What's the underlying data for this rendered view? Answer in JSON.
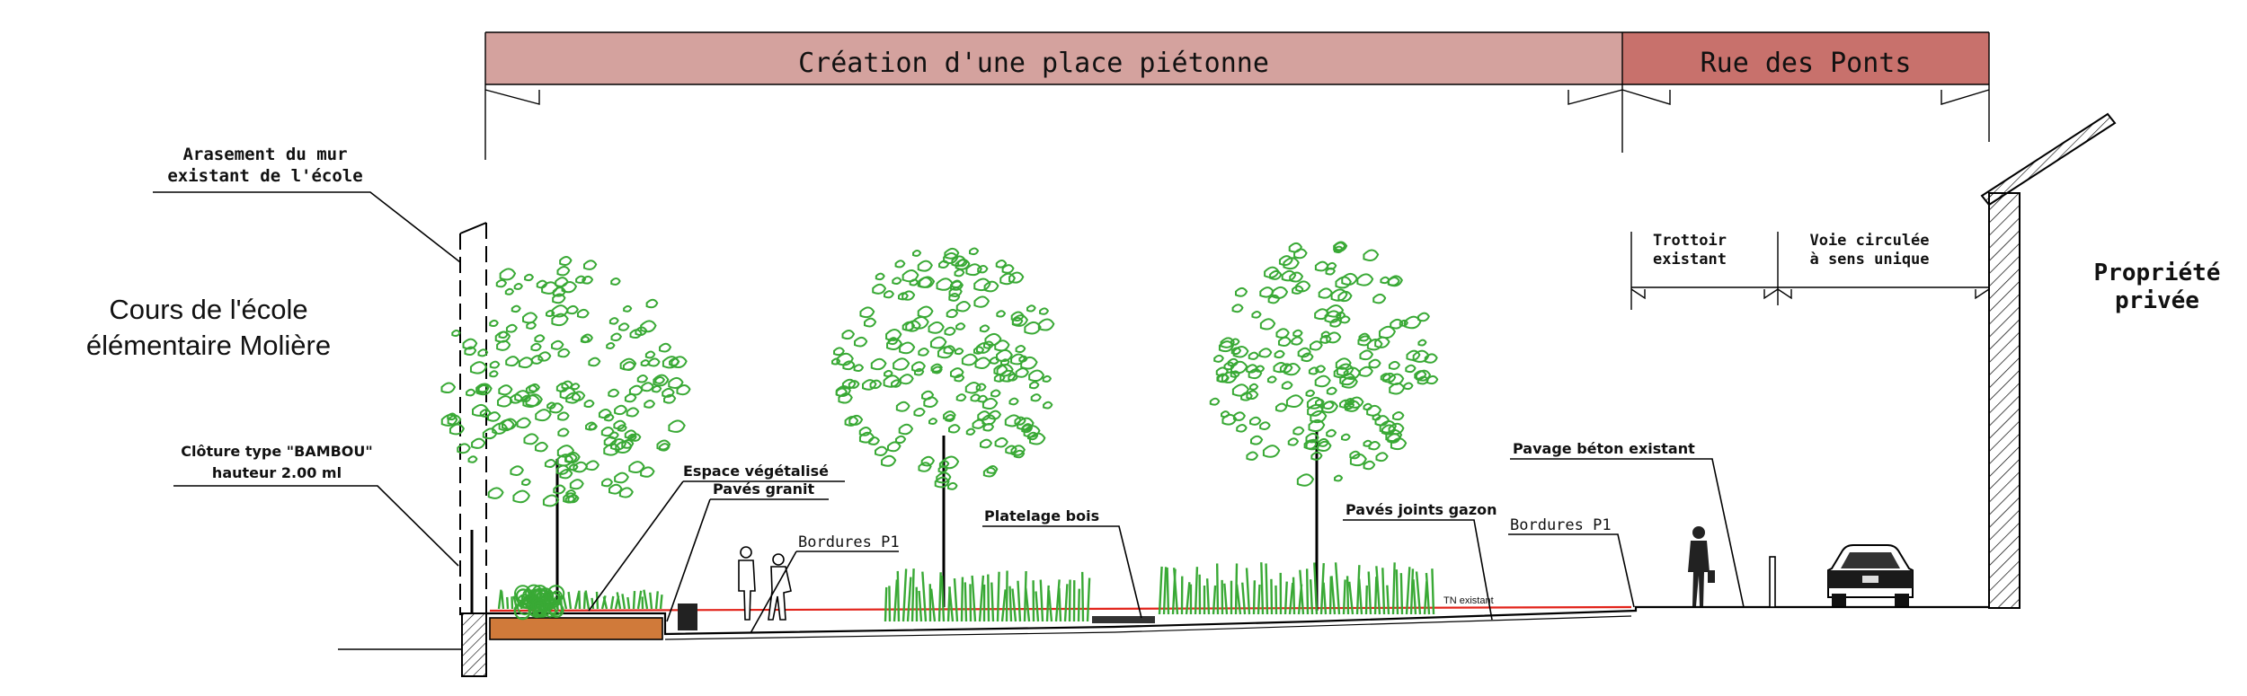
{
  "banner": {
    "left_title": "Création d'une place piétonne",
    "right_title": "Rue des Ponts",
    "left_color": "#d4a29e",
    "right_color": "#c8716c"
  },
  "side_labels": {
    "school_line1": "Cours de l'école",
    "school_line2": "élémentaire Molière",
    "private_line1": "Propriété",
    "private_line2": "privée"
  },
  "annotations": {
    "wall_line1": "Arasement du mur",
    "wall_line2": "existant de l'école",
    "fence_line1": "Clôture type \"BAMBOU\"",
    "fence_line2": "hauteur 2.00 ml",
    "green_space": "Espace végétalisé",
    "granite": "Pavés granit",
    "curbs_left": "Bordures P1",
    "wood_deck": "Platelage bois",
    "grass_joints": "Pavés joints gazon",
    "curbs_right": "Bordures P1",
    "concrete": "Pavage béton existant",
    "tn": "TN existant",
    "sidewalk_line1": "Trottoir",
    "sidewalk_line2": "existant",
    "road_line1": "Voie circulée",
    "road_line2": "à sens unique"
  },
  "colors": {
    "foliage": "#39a935",
    "tn_line": "#e2231a",
    "planter": "#d07a3a"
  },
  "icons": [
    "tree-icon",
    "pedestrian-icon",
    "car-icon",
    "bollard-icon",
    "bench-icon"
  ]
}
